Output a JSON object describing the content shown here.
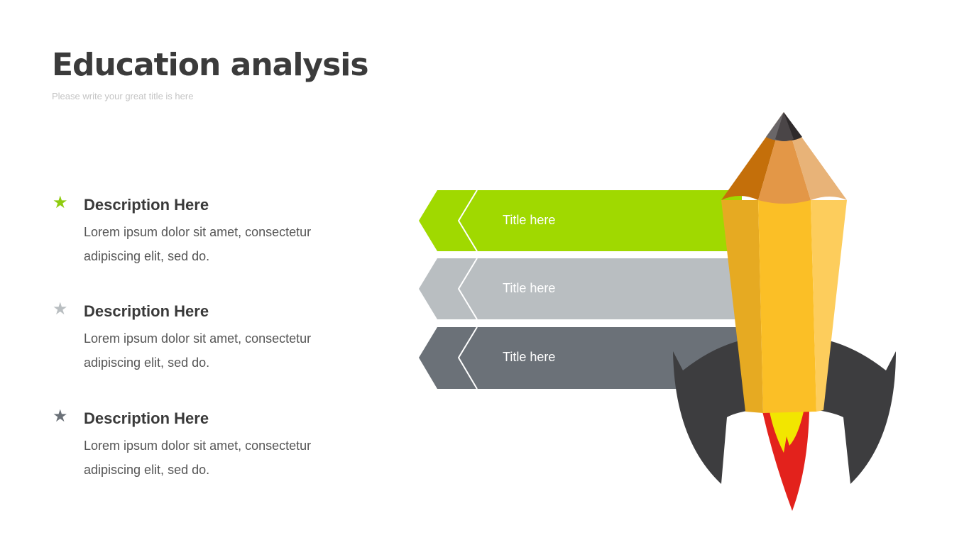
{
  "header": {
    "title": "Education analysis",
    "subtitle": "Please write your great title is here"
  },
  "items": [
    {
      "heading": "Description Here",
      "body": "Lorem ipsum dolor sit amet, consectetur adipiscing elit, sed do.",
      "star_color": "#8fcc0f",
      "icon": "star-icon"
    },
    {
      "heading": "Description Here",
      "body": "Lorem ipsum dolor sit amet, consectetur adipiscing elit, sed do.",
      "star_color": "#b9bec1",
      "icon": "star-icon"
    },
    {
      "heading": "Description Here",
      "body": "Lorem ipsum dolor sit amet, consectetur adipiscing elit, sed do.",
      "star_color": "#6b7178",
      "icon": "star-icon"
    }
  ],
  "bars": [
    {
      "label": "Title here",
      "color": "#a0d900"
    },
    {
      "label": "Title here",
      "color": "#b9bec1"
    },
    {
      "label": "Title here",
      "color": "#6b7178"
    }
  ]
}
